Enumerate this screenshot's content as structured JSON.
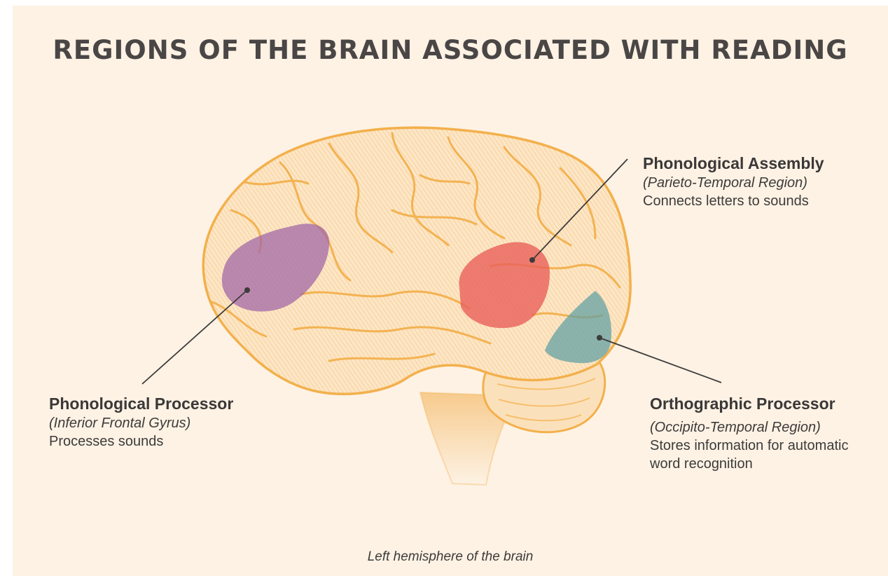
{
  "title": "REGIONS OF THE BRAIN ASSOCIATED WITH READING",
  "caption": "Left hemisphere of the brain",
  "colors": {
    "background": "#fdf2e4",
    "brain": "#f3b04c",
    "phonological_processor": "#a064a6",
    "phonological_assembly": "#e8605a",
    "orthographic_processor": "#5e9fa3"
  },
  "labels": {
    "phonological_assembly": {
      "name": "Phonological Assembly",
      "region": "(Parieto-Temporal Region)",
      "description": "Connects letters to sounds"
    },
    "phonological_processor": {
      "name": "Phonological Processor",
      "region": "(Inferior Frontal Gyrus)",
      "description": "Processes sounds"
    },
    "orthographic_processor": {
      "name": "Orthographic Processor",
      "region": "(Occipito-Temporal Region)",
      "description": "Stores information for automatic word recognition"
    }
  }
}
